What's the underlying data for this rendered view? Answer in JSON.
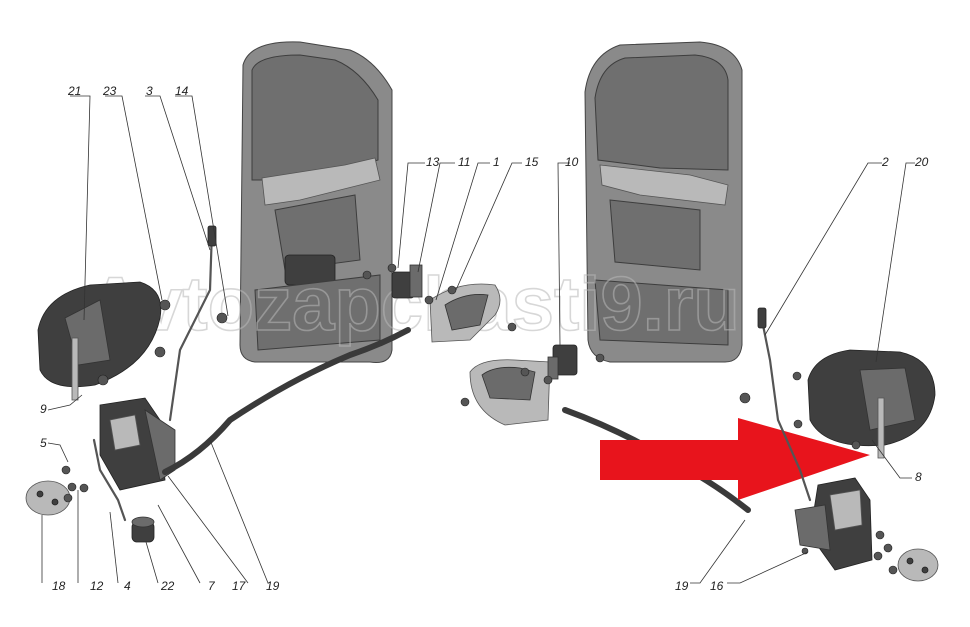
{
  "watermark": "Avtozapchasti9.ru",
  "colors": {
    "arrow": "#e8141c",
    "part_dark": "#3f3f3f",
    "part_mid": "#6b6b6b",
    "door_panel": "#8a8a8a"
  },
  "callouts": {
    "c21": "21",
    "c23": "23",
    "c3": "3",
    "c14": "14",
    "c13": "13",
    "c11": "11",
    "c1": "1",
    "c15": "15",
    "c10": "10",
    "c2": "2",
    "c20": "20",
    "c9": "9",
    "c5": "5",
    "c18": "18",
    "c12": "12",
    "c4": "4",
    "c22": "22",
    "c7": "7",
    "c17": "17",
    "c19a": "19",
    "c8": "8",
    "c19b": "19",
    "c16": "16"
  },
  "icons": {
    "pointer_arrow": "red-arrow-icon"
  }
}
